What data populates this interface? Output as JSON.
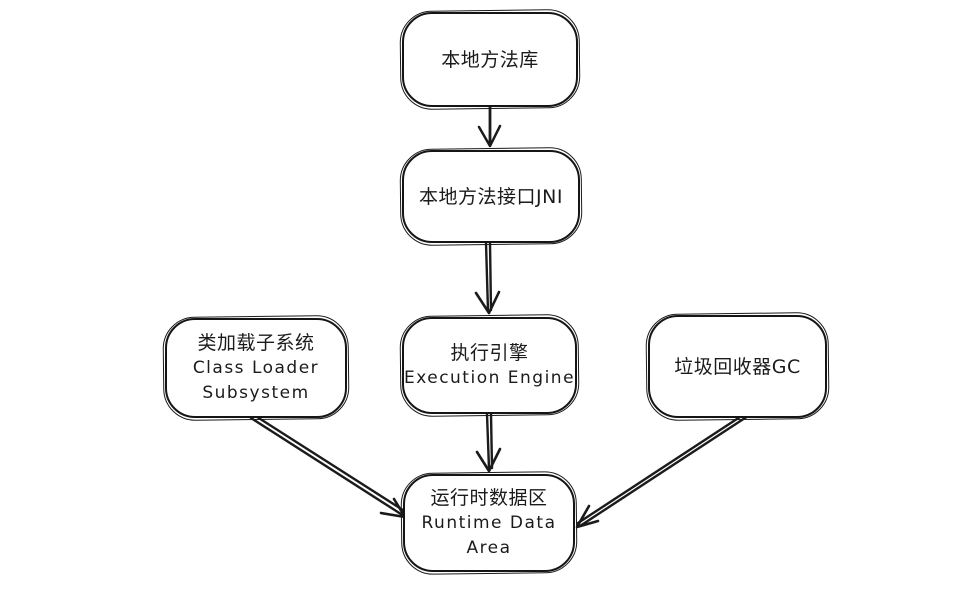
{
  "diagram": {
    "nodes": {
      "native_method_library": {
        "label_cn": "本地方法库"
      },
      "jni": {
        "label_cn": "本地方法接口JNI"
      },
      "class_loader": {
        "label_cn": "类加载子系统",
        "label_en1": "Class Loader",
        "label_en2": "Subsystem"
      },
      "execution_engine": {
        "label_cn": "执行引擎",
        "label_en1": "Execution Engine"
      },
      "gc": {
        "label_cn": "垃圾回收器GC"
      },
      "runtime_data_area": {
        "label_cn": "运行时数据区",
        "label_en1": "Runtime Data",
        "label_en2": "Area"
      }
    },
    "edges": [
      {
        "from": "native_method_library",
        "to": "jni"
      },
      {
        "from": "jni",
        "to": "execution_engine"
      },
      {
        "from": "execution_engine",
        "to": "runtime_data_area"
      },
      {
        "from": "class_loader",
        "to": "runtime_data_area"
      },
      {
        "from": "gc",
        "to": "runtime_data_area"
      }
    ],
    "stroke_color": "#1b1b1b",
    "background_color": "#ffffff"
  }
}
